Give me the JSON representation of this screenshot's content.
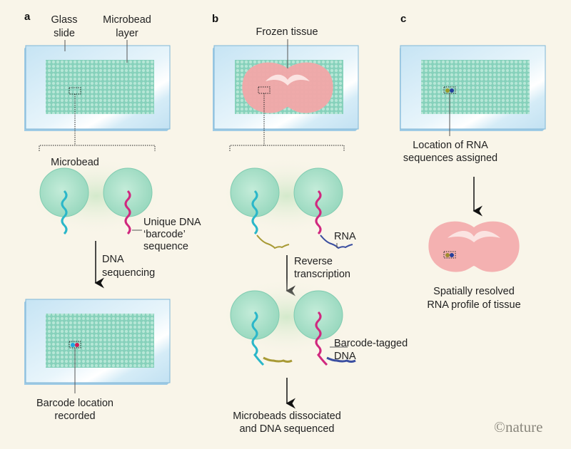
{
  "figure": {
    "credit": "©nature",
    "colors": {
      "background": "#f9f5e9",
      "glass": "#cfe9f6",
      "glass_edge": "#7fb6d6",
      "microbead_layer": "#8fd6c0",
      "bead": "#a8e0c8",
      "tissue": "#f2a7a8",
      "barcode_cyan": "#2bb7c9",
      "barcode_magenta": "#d0287f",
      "rna_blue": "#3a4ea0",
      "cdna_olive": "#a89a35",
      "dot_cyan": "#1fa6e0",
      "dot_red": "#d11e57",
      "dot_olive": "#9a9a2a",
      "dot_blue": "#233f9a"
    }
  },
  "panels": {
    "a": {
      "letter": "a",
      "labels": {
        "glass_slide_1": "Glass",
        "glass_slide_2": "slide",
        "microbead_layer_1": "Microbead",
        "microbead_layer_2": "layer",
        "microbead": "Microbead",
        "barcode_1": "Unique DNA",
        "barcode_2": "‘barcode’",
        "barcode_3": "sequence",
        "step_1": "DNA",
        "step_2": "sequencing",
        "result_1": "Barcode location",
        "result_2": "recorded"
      }
    },
    "b": {
      "letter": "b",
      "labels": {
        "tissue": "Frozen tissue",
        "rna": "RNA",
        "step_1": "Reverse",
        "step_2": "transcription",
        "tagged_1": "Barcode-tagged",
        "tagged_2": "DNA",
        "result_1": "Microbeads dissociated",
        "result_2": "and DNA sequenced"
      }
    },
    "c": {
      "letter": "c",
      "labels": {
        "location_1": "Location of RNA",
        "location_2": "sequences assigned",
        "result_1": "Spatially resolved",
        "result_2": "RNA profile of tissue"
      }
    }
  }
}
